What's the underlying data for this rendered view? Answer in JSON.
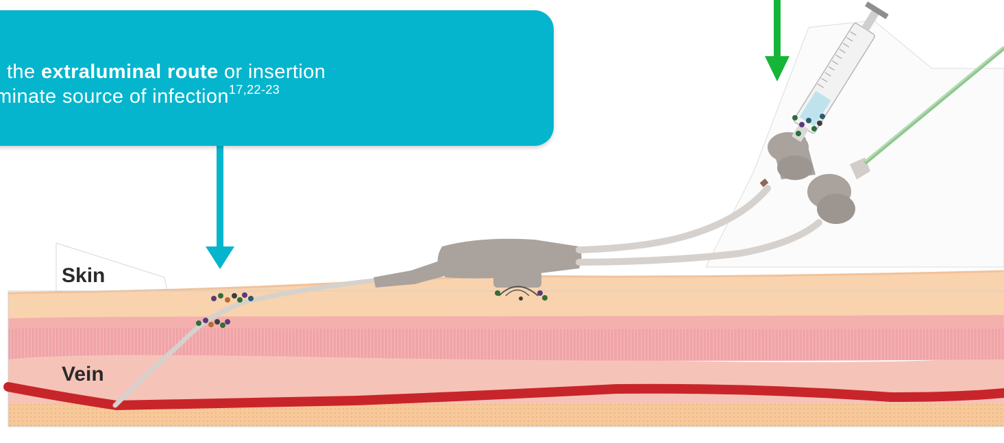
{
  "callout": {
    "line1_prefix": "on, the ",
    "line1_bold": "extraluminal route",
    "line1_suffix": " or insertion",
    "line2_text": "dominate source of infection",
    "line2_sup": "17,22-23"
  },
  "labels": {
    "skin": "Skin",
    "vein": "Vein"
  },
  "colors": {
    "callout": "#05b5cd",
    "callout_arrow": "#05b5cd",
    "top_arrow": "#16b53a",
    "vein": "#c8252a",
    "skin_surface": "#f8cfa6",
    "muscle": "#f2a1a3",
    "fat": "#f7c58f",
    "device": "#a9a29d",
    "line_tube": "#8fc78f"
  }
}
